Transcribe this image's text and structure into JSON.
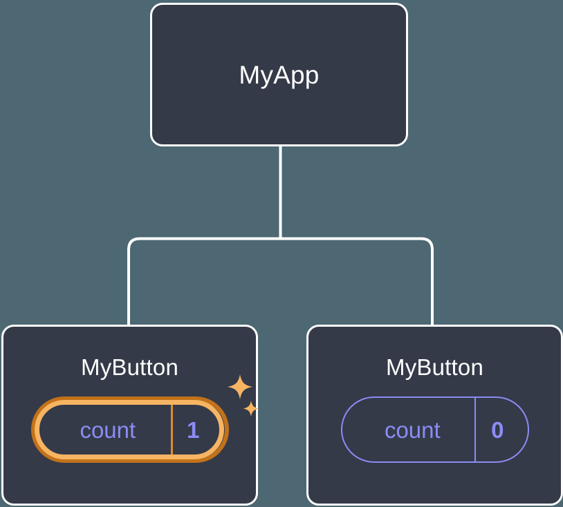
{
  "diagram": {
    "type": "component-tree",
    "background_color": "#4d6872",
    "node_fill": "#343a48",
    "node_border_color": "#ffffff",
    "edge_color": "#ffffff",
    "state_color": "#8b8cf5",
    "highlight_outer_color": "#c2721a",
    "highlight_inner_color": "#f7b563",
    "sparkle_color": "#f7b563"
  },
  "root": {
    "title": "MyApp"
  },
  "children": [
    {
      "title": "MyButton",
      "state": {
        "key": "count",
        "value": "1"
      },
      "highlighted": true,
      "sparkle_icons": [
        "sparkle-large",
        "sparkle-small"
      ]
    },
    {
      "title": "MyButton",
      "state": {
        "key": "count",
        "value": "0"
      },
      "highlighted": false
    }
  ]
}
